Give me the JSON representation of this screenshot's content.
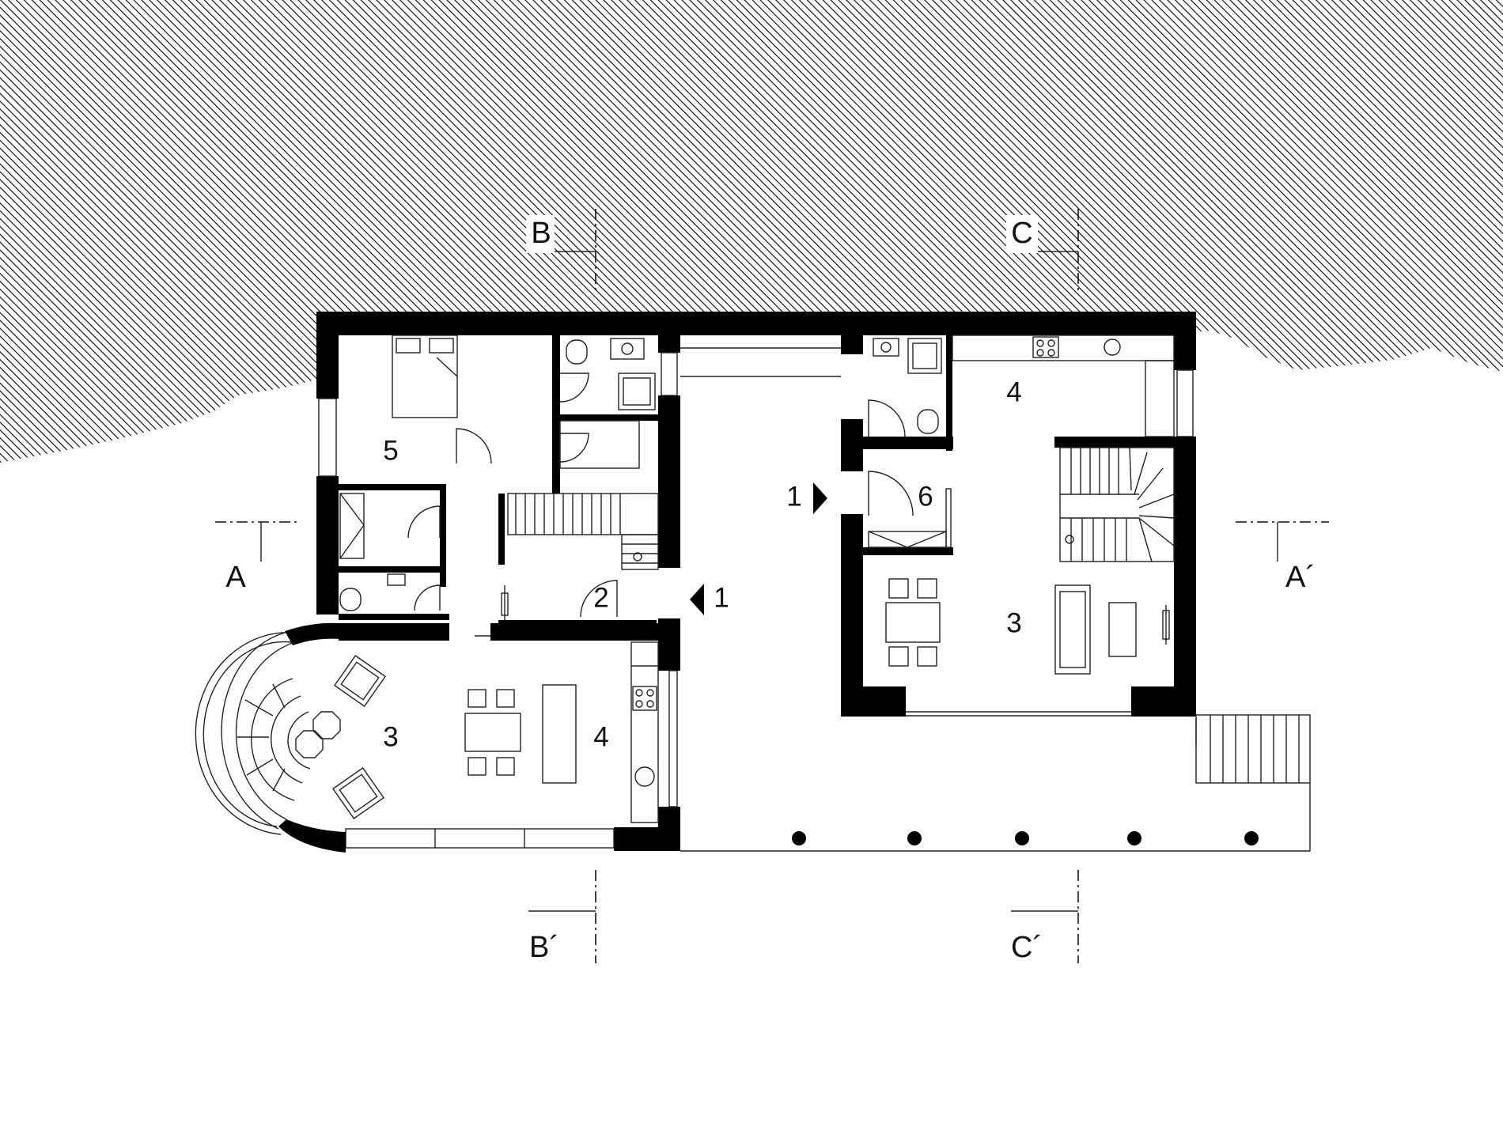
{
  "plan": {
    "rooms": {
      "west_living": "3",
      "west_kitchen": "4",
      "west_bedroom": "5",
      "west_hall": "2",
      "east_kitchen": "4",
      "east_room": "6",
      "east_living": "3"
    },
    "entrances": {
      "west": "1",
      "east": "1"
    },
    "sections": {
      "a": "A",
      "a_prime": "A´",
      "b": "B",
      "b_prime": "B´",
      "c": "C",
      "c_prime": "C´"
    },
    "colors": {
      "wall": "#000000",
      "hatch": "#000000",
      "background": "#ffffff"
    }
  }
}
